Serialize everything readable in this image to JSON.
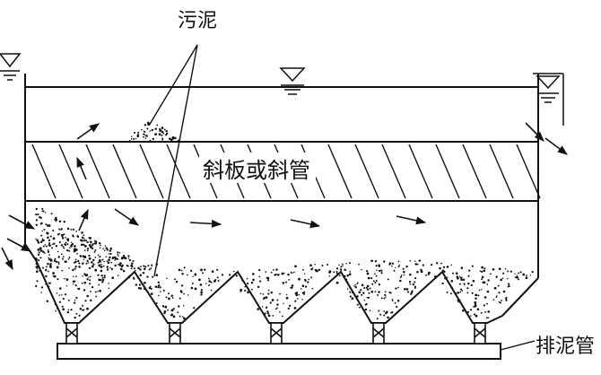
{
  "labels": {
    "sludge": "污泥",
    "plates": "斜板或斜管",
    "drain_pipe": "排泥管"
  },
  "colors": {
    "line": "#111111",
    "background": "#ffffff"
  }
}
